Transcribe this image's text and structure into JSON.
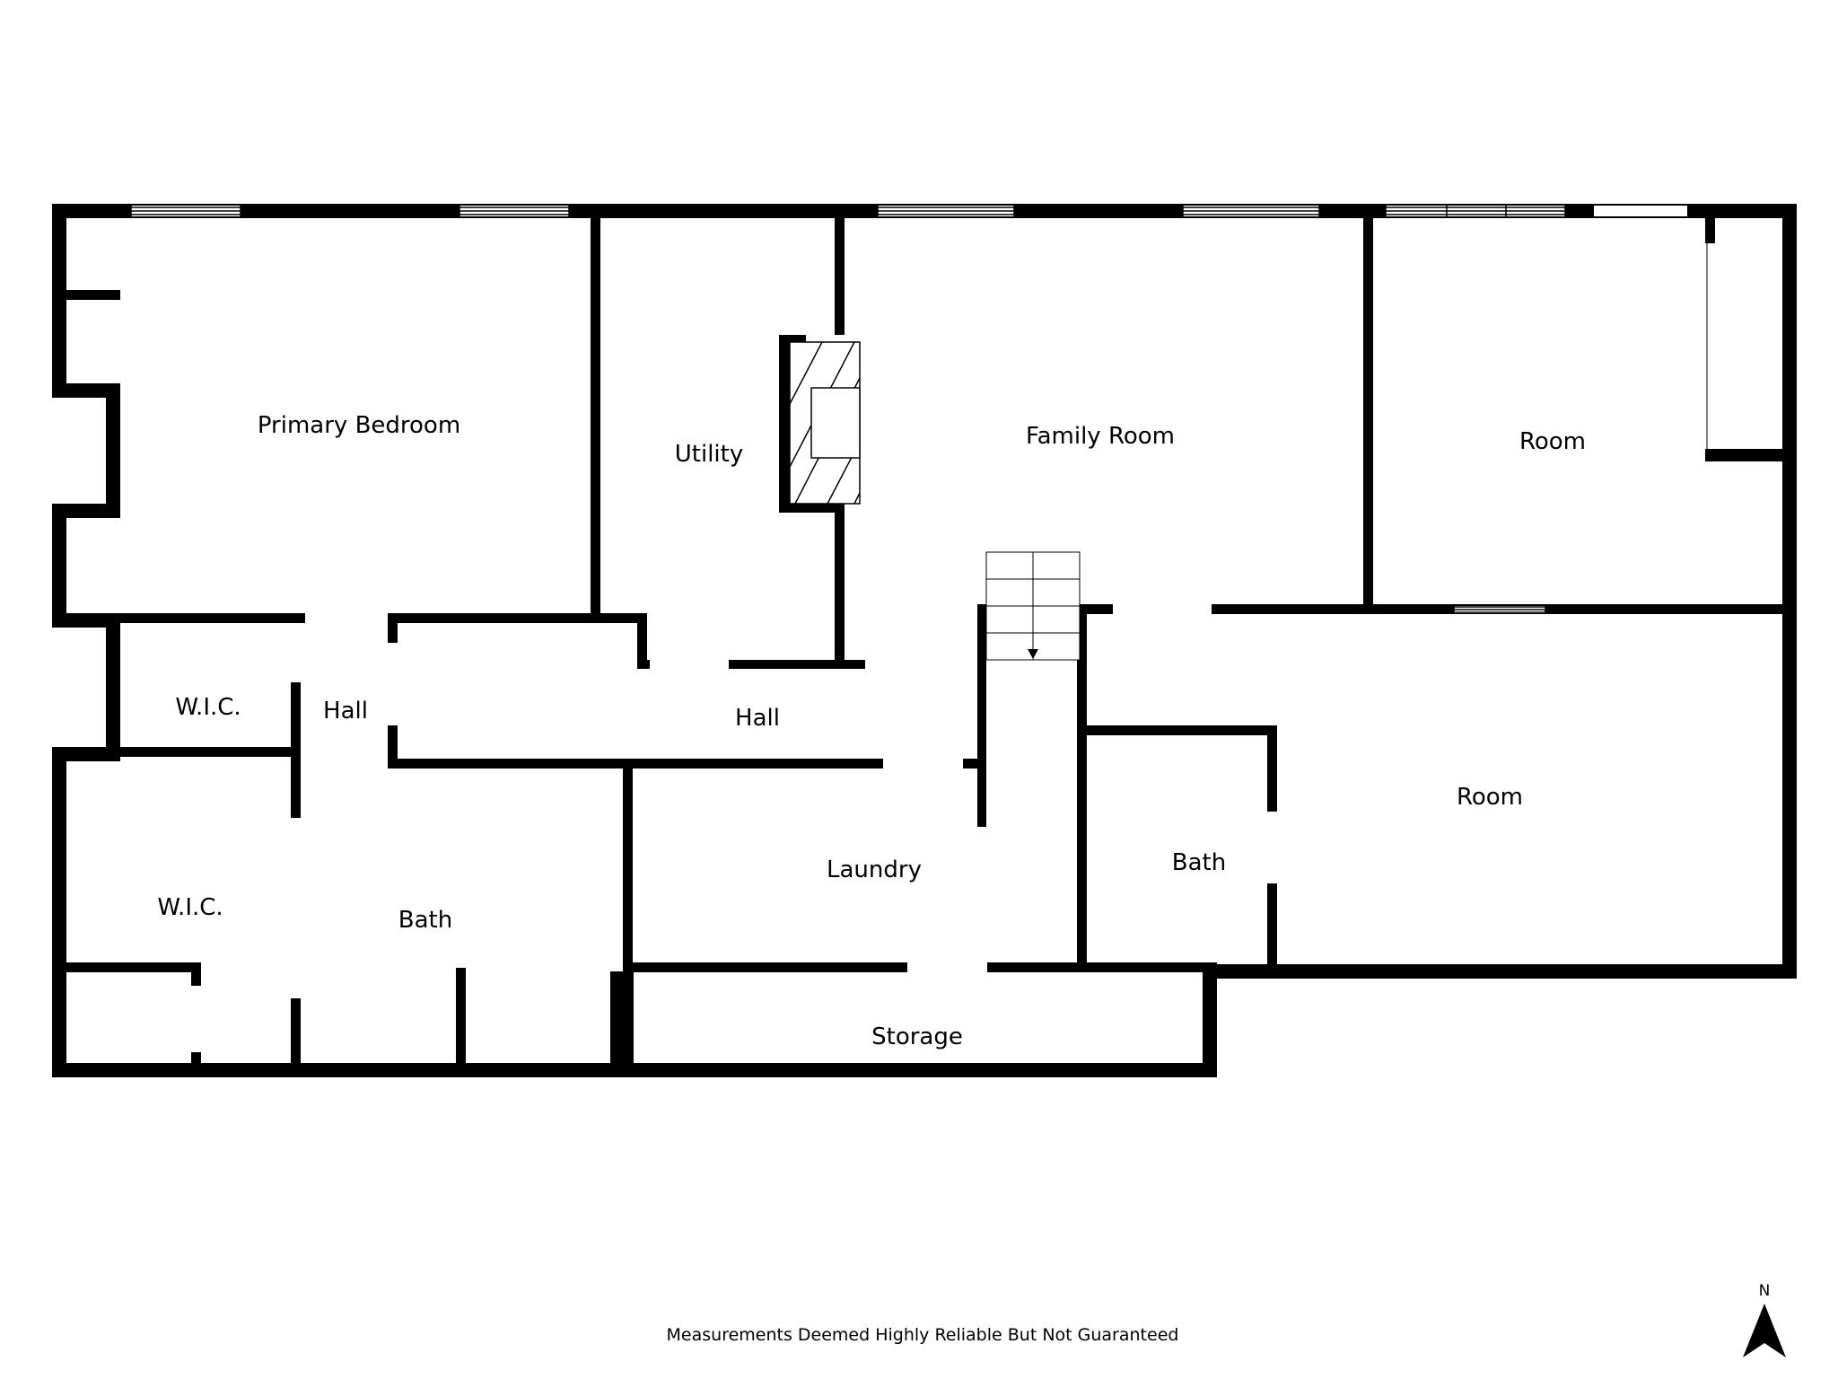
{
  "plan": {
    "rooms": [
      {
        "id": "primary-bedroom",
        "label": "Primary Bedroom"
      },
      {
        "id": "utility",
        "label": "Utility"
      },
      {
        "id": "family-room",
        "label": "Family Room"
      },
      {
        "id": "room-ne",
        "label": "Room"
      },
      {
        "id": "wic-upper",
        "label": "W.I.C."
      },
      {
        "id": "hall-west",
        "label": "Hall"
      },
      {
        "id": "hall-center",
        "label": "Hall"
      },
      {
        "id": "wic-lower",
        "label": "W.I.C."
      },
      {
        "id": "bath-west",
        "label": "Bath"
      },
      {
        "id": "laundry",
        "label": "Laundry"
      },
      {
        "id": "bath-east",
        "label": "Bath"
      },
      {
        "id": "room-se",
        "label": "Room"
      },
      {
        "id": "storage",
        "label": "Storage"
      }
    ],
    "stair_direction": "down"
  },
  "disclaimer": "Measurements Deemed Highly Reliable But Not Guaranteed",
  "compass": {
    "letter": "N",
    "icon": "north-arrow-icon"
  },
  "colors": {
    "wall": "#000000",
    "background": "#ffffff"
  }
}
